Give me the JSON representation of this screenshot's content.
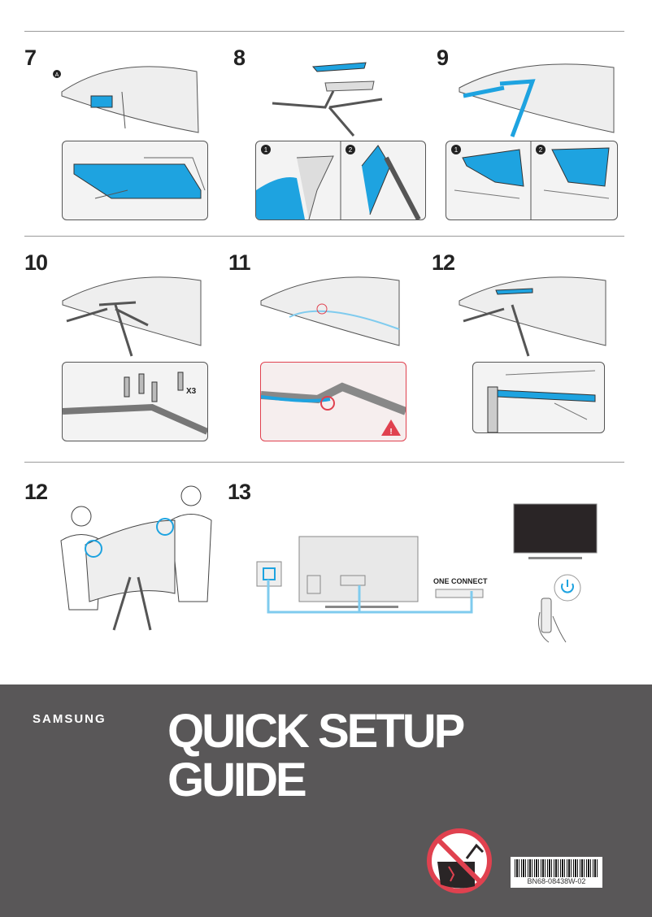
{
  "steps": {
    "s7": "7",
    "s8": "8",
    "s9": "9",
    "s10": "10",
    "s11": "11",
    "s12a": "12",
    "s12b": "12",
    "s13": "13"
  },
  "labels": {
    "marker_a": "A",
    "sub1": "1",
    "sub2": "2",
    "screws_count": "X3",
    "one_connect": "ONE CONNECT"
  },
  "footer": {
    "brand": "SAMSUNG",
    "title_line1": "QUICK SETUP",
    "title_line2": "GUIDE",
    "barcode_text": "BN68-08438W-02"
  },
  "colors": {
    "accent_blue": "#1ea3e0",
    "warning_red": "#e0414f",
    "footer_gray": "#595758"
  }
}
